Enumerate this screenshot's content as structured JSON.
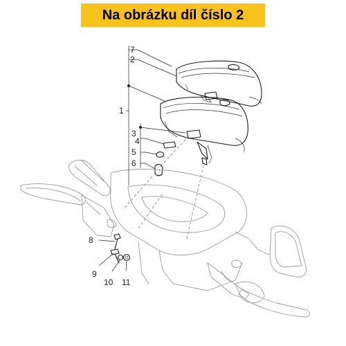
{
  "banner": {
    "text": "Na obrázku díl číslo 2",
    "background": "#f7c21b",
    "color": "#000000"
  },
  "callouts": [
    "7",
    "2",
    "1",
    "3",
    "4",
    "5",
    "6",
    "8",
    "9",
    "10",
    "11"
  ],
  "colors": {
    "line_dark": "#1a1a1a",
    "line_ghost": "#9a9a9a"
  }
}
